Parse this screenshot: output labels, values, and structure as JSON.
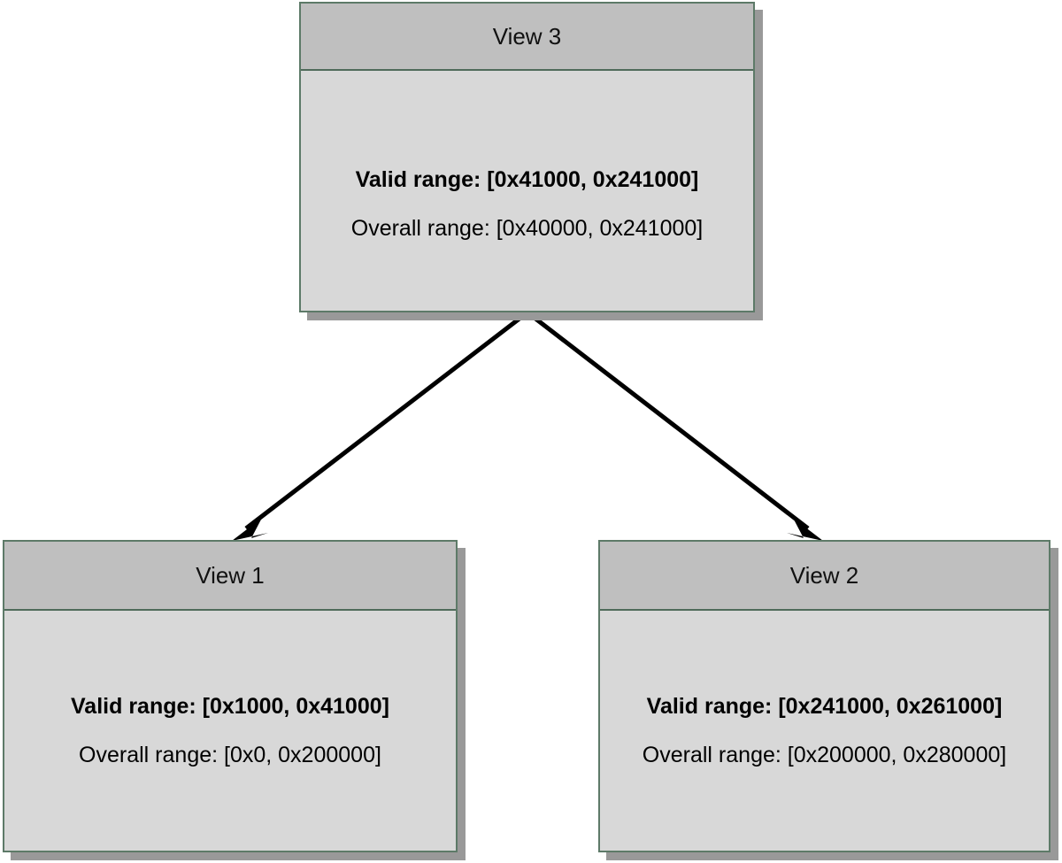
{
  "diagram": {
    "type": "tree",
    "background_color": "#ffffff",
    "node_header_color": "#bfbfbf",
    "node_body_color": "#d8d8d8",
    "node_border_color": "#5d7a68",
    "shadow_color": "#999999",
    "edge_color": "#000000",
    "nodes": [
      {
        "id": "view3",
        "title": "View 3",
        "valid_range_label": "Valid range: [0x41000, 0x241000]",
        "overall_range_label": "Overall range: [0x40000, 0x241000]"
      },
      {
        "id": "view1",
        "title": "View 1",
        "valid_range_label": "Valid range: [0x1000, 0x41000]",
        "overall_range_label": "Overall range: [0x0, 0x200000]"
      },
      {
        "id": "view2",
        "title": "View 2",
        "valid_range_label": "Valid range: [0x241000, 0x261000]",
        "overall_range_label": "Overall range: [0x200000, 0x280000]"
      }
    ],
    "edges": [
      {
        "from": "view3",
        "to": "view1",
        "arrowhead": "filled-triangle"
      },
      {
        "from": "view3",
        "to": "view2",
        "arrowhead": "filled-triangle"
      }
    ]
  }
}
